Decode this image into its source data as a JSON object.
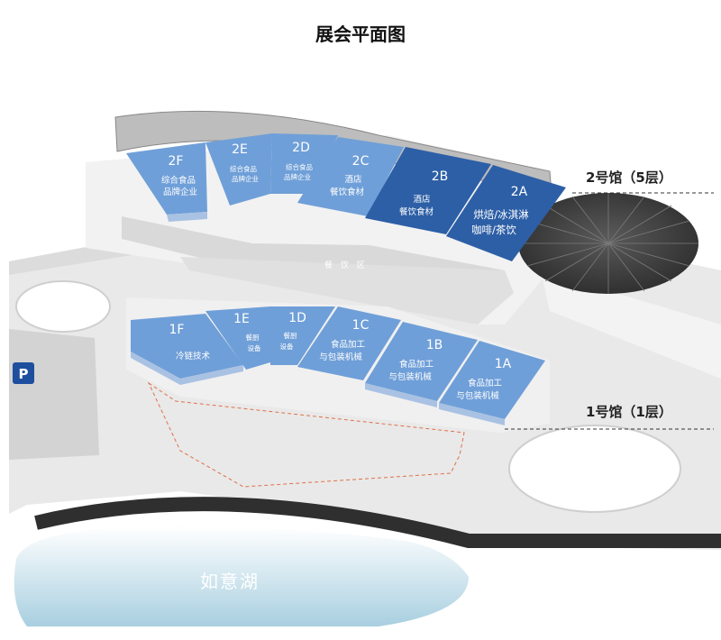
{
  "title": "展会平面图",
  "buildings": {
    "hall2": "2号馆（5层）",
    "hall1": "1号馆（1层）"
  },
  "zone_label": "餐 饮 区",
  "lake_label": "如意湖",
  "parking_label": "P",
  "halls_upper": [
    {
      "code": "2F",
      "line1": "综合食品",
      "line2": "品牌企业"
    },
    {
      "code": "2E",
      "line1": "综合食品",
      "line2": "品牌企业"
    },
    {
      "code": "2D",
      "line1": "综合食品",
      "line2": "品牌企业"
    },
    {
      "code": "2C",
      "line1": "酒店",
      "line2": "餐饮食材"
    },
    {
      "code": "2B",
      "line1": "酒店",
      "line2": "餐饮食材"
    },
    {
      "code": "2A",
      "line1": "烘焙/冰淇淋",
      "line2": "咖啡/茶饮"
    }
  ],
  "halls_lower": [
    {
      "code": "1F",
      "line1": "冷链技术",
      "line2": ""
    },
    {
      "code": "1E",
      "line1": "餐厨",
      "line2": "设备"
    },
    {
      "code": "1D",
      "line1": "餐厨",
      "line2": "设备"
    },
    {
      "code": "1C",
      "line1": "食品加工",
      "line2": "与包装机械"
    },
    {
      "code": "1B",
      "line1": "食品加工",
      "line2": "与包装机械"
    },
    {
      "code": "1A",
      "line1": "食品加工",
      "line2": "与包装机械"
    }
  ],
  "colors": {
    "hall_light": "#6f9fd8",
    "hall_dark": "#2d5fa6",
    "hall_side": "#a9c2e3",
    "wall": "#bdbdbd",
    "dome": "#3c3c3c",
    "lake_top": "#ffffff",
    "lake_bottom": "#a8cfe0",
    "parking": "#1e4f9e"
  }
}
